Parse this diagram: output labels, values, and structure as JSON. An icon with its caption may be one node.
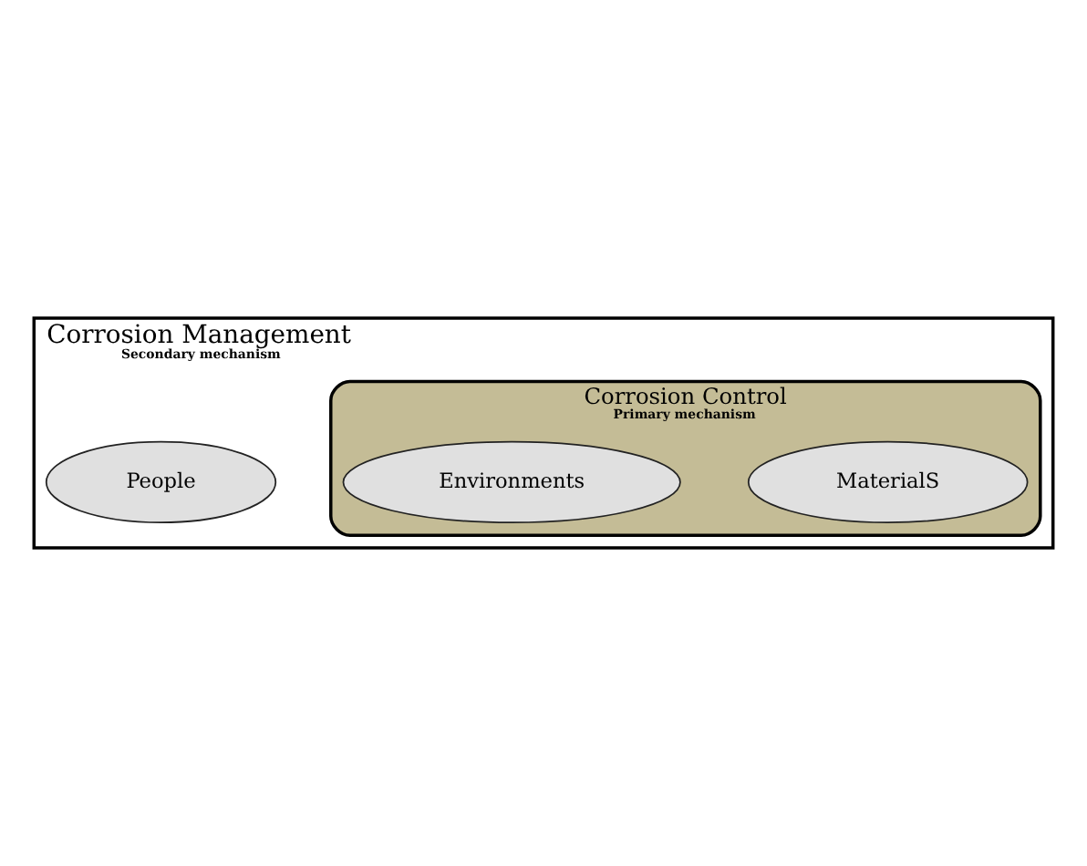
{
  "diagram": {
    "nodes": [
      {
        "text": [
          "Corrosion Management",
          "Secondary mechanism"
        ]
      },
      {
        "text": [
          "People"
        ],
        "in": 0
      },
      {
        "text": [
          "Corrosion Control",
          "Primary mechanism"
        ],
        "in": 0
      },
      {
        "text": [
          "MaterialS"
        ],
        "in": 2
      },
      {
        "text": [
          "Environments"
        ],
        "in": 2
      }
    ],
    "edges": []
  }
}
